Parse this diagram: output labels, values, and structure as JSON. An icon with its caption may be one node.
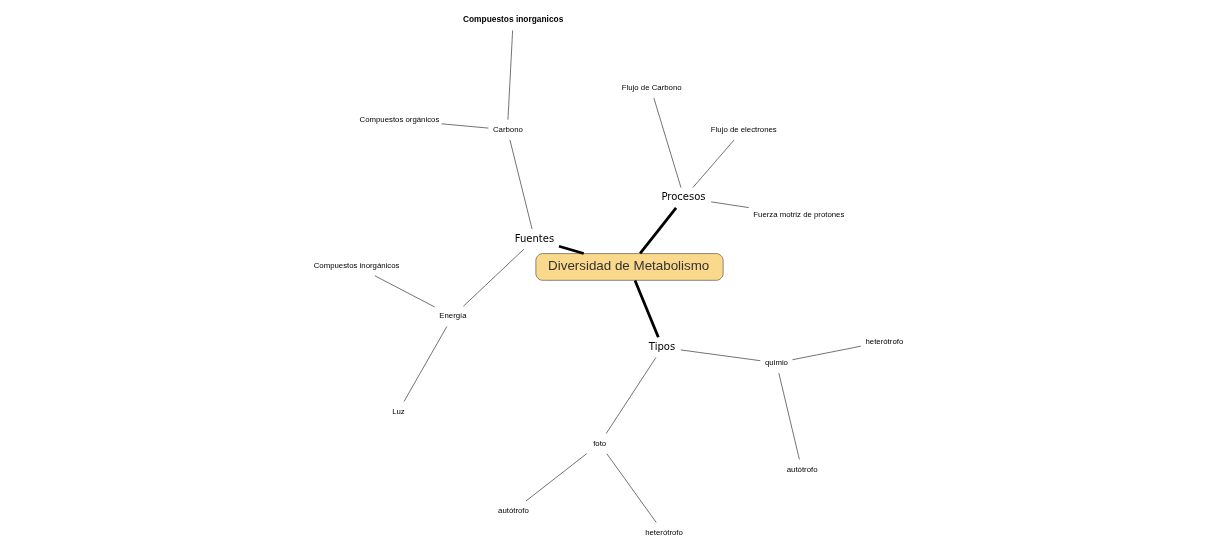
{
  "diagram": {
    "nodes": [
      {
        "text": [
          "Diversidad de Metabolismo"
        ]
      },
      {
        "text": [
          "Procesos"
        ]
      },
      {
        "text": [
          "Fuerza motriz de protones"
        ]
      },
      {
        "text": [
          "Flujo de electrones"
        ]
      },
      {
        "text": [
          "Flujo de Carbono"
        ]
      },
      {
        "text": [
          "Fuentes"
        ]
      },
      {
        "text": [
          "Carbono"
        ]
      },
      {
        "text": [
          "Compuestos inorganicos"
        ]
      },
      {
        "text": [
          "Compuestos orgánicos"
        ]
      },
      {
        "text": [
          "Energía"
        ]
      },
      {
        "text": [
          "Compuestos inorgánicos"
        ]
      },
      {
        "text": [
          "Luz"
        ]
      },
      {
        "text": [
          "Tipos"
        ]
      },
      {
        "text": [
          "foto"
        ]
      },
      {
        "text": [
          "autótrofo"
        ]
      },
      {
        "text": [
          "heterótrofo"
        ]
      },
      {
        "text": [
          "quimio"
        ]
      },
      {
        "text": [
          "autótrofo"
        ]
      },
      {
        "text": [
          "heterótrofo"
        ]
      }
    ],
    "edges": [
      {
        "from": 0,
        "to": 1,
        "arrow": "none",
        "style": "thick"
      },
      {
        "from": 1,
        "to": 2,
        "arrow": "none"
      },
      {
        "from": 1,
        "to": 3,
        "arrow": "none"
      },
      {
        "from": 1,
        "to": 4,
        "arrow": "none"
      },
      {
        "from": 0,
        "to": 5,
        "arrow": "none",
        "style": "thick"
      },
      {
        "from": 5,
        "to": 6,
        "arrow": "none"
      },
      {
        "from": 6,
        "to": 7,
        "arrow": "none"
      },
      {
        "from": 6,
        "to": 8,
        "arrow": "none"
      },
      {
        "from": 5,
        "to": 9,
        "arrow": "none"
      },
      {
        "from": 9,
        "to": 10,
        "arrow": "none"
      },
      {
        "from": 9,
        "to": 11,
        "arrow": "none"
      },
      {
        "from": 0,
        "to": 12,
        "arrow": "none",
        "style": "thick"
      },
      {
        "from": 12,
        "to": 13,
        "arrow": "none"
      },
      {
        "from": 13,
        "to": 14,
        "arrow": "none"
      },
      {
        "from": 13,
        "to": 15,
        "arrow": "none"
      },
      {
        "from": 12,
        "to": 16,
        "arrow": "none"
      },
      {
        "from": 16,
        "to": 17,
        "arrow": "none"
      },
      {
        "from": 16,
        "to": 18,
        "arrow": "none"
      }
    ]
  }
}
